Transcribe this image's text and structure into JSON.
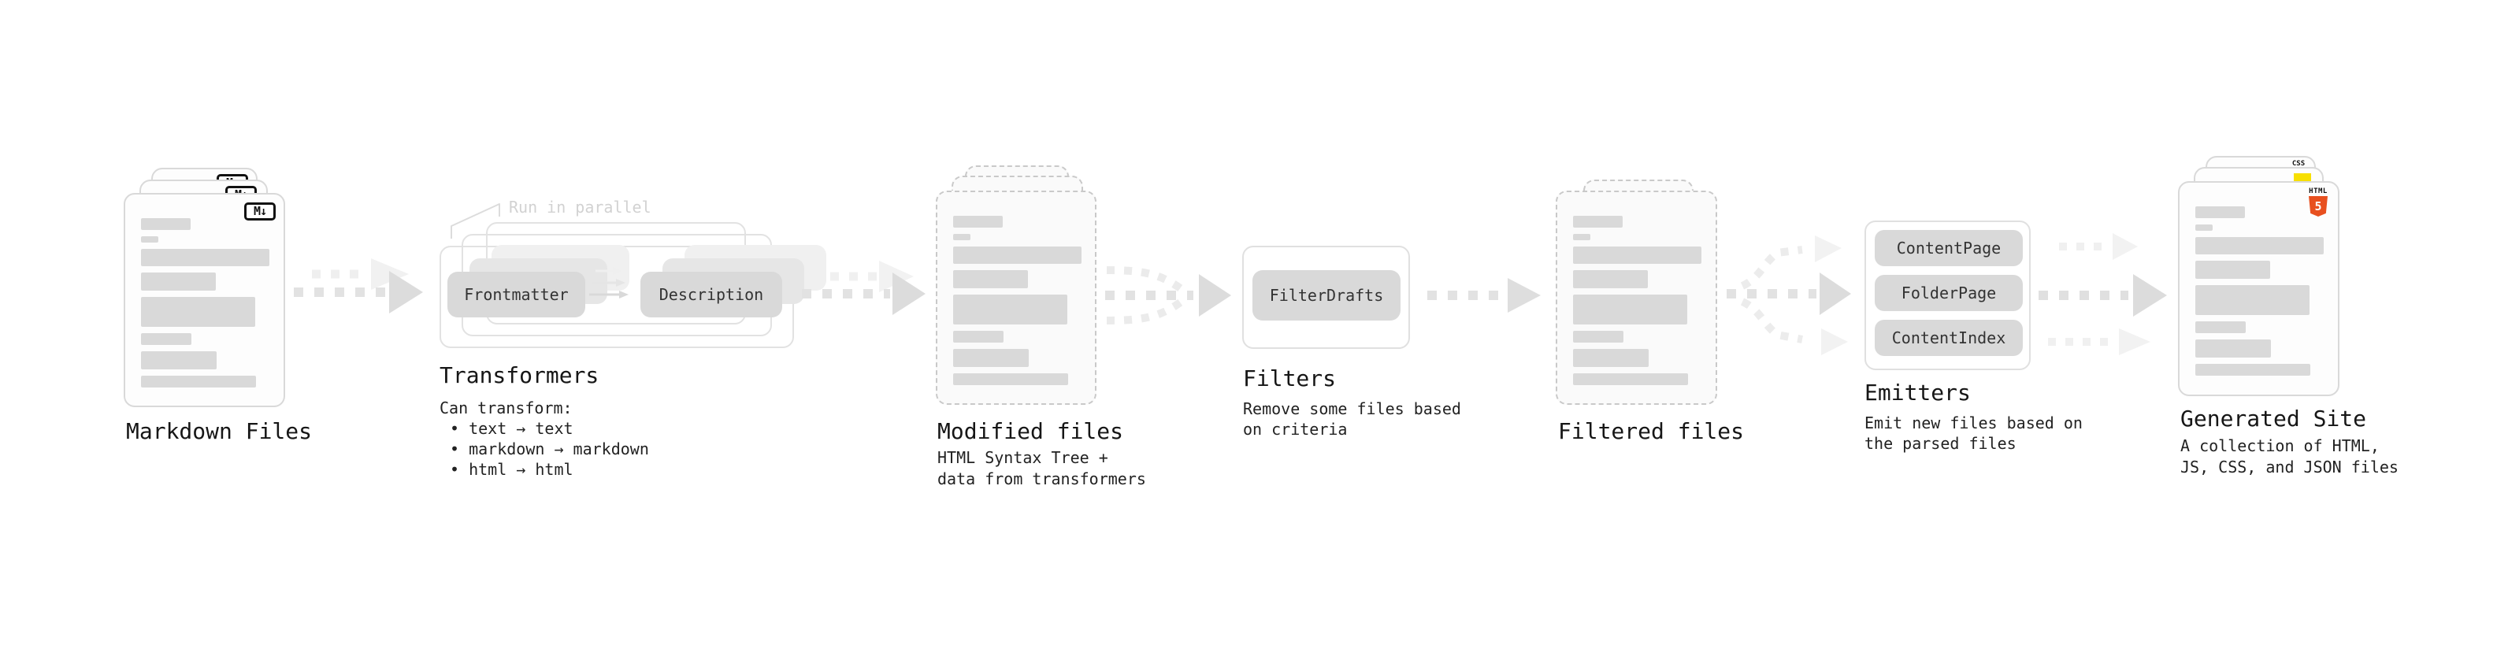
{
  "sections": {
    "markdown_files": {
      "label": "Markdown Files",
      "badge": "M↓"
    },
    "transformers": {
      "label": "Transformers",
      "note": "Run in parallel",
      "box1": "Frontmatter",
      "box2": "Description",
      "desc_title": "Can transform:",
      "bullets": [
        "• text → text",
        "• markdown → markdown",
        "• html → html"
      ]
    },
    "modified_files": {
      "label": "Modified files",
      "desc_line1": "HTML Syntax Tree +",
      "desc_line2": "data from transformers"
    },
    "filters": {
      "label": "Filters",
      "box": "FilterDrafts",
      "desc_line1": "Remove some files based",
      "desc_line2": "on criteria"
    },
    "filtered_files": {
      "label": "Filtered files"
    },
    "emitters": {
      "label": "Emitters",
      "boxes": [
        "ContentPage",
        "FolderPage",
        "ContentIndex"
      ],
      "desc_line1": "Emit new files based on",
      "desc_line2": "the parsed files"
    },
    "generated_site": {
      "label": "Generated Site",
      "desc_line1": "A collection of HTML,",
      "desc_line2": "JS, CSS, and JSON files",
      "badge_html": "HTML",
      "badge_html_num": "5",
      "badge_css": "CSS"
    }
  },
  "colors": {
    "background": "#ffffff",
    "card_border": "#d9d9d9",
    "dashed_border": "#c9c9c9",
    "skeleton_bar": "#d9d9d9",
    "box_gray": "#d9d9d9",
    "arrow_gray": "#e2e2e2",
    "arrow_light": "#eeeeee",
    "label_text": "#161616",
    "muted_text": "#d2d2d2",
    "html5_orange": "#e8501f",
    "css_blue": "#2767f1",
    "js_yellow": "#f7df00"
  }
}
